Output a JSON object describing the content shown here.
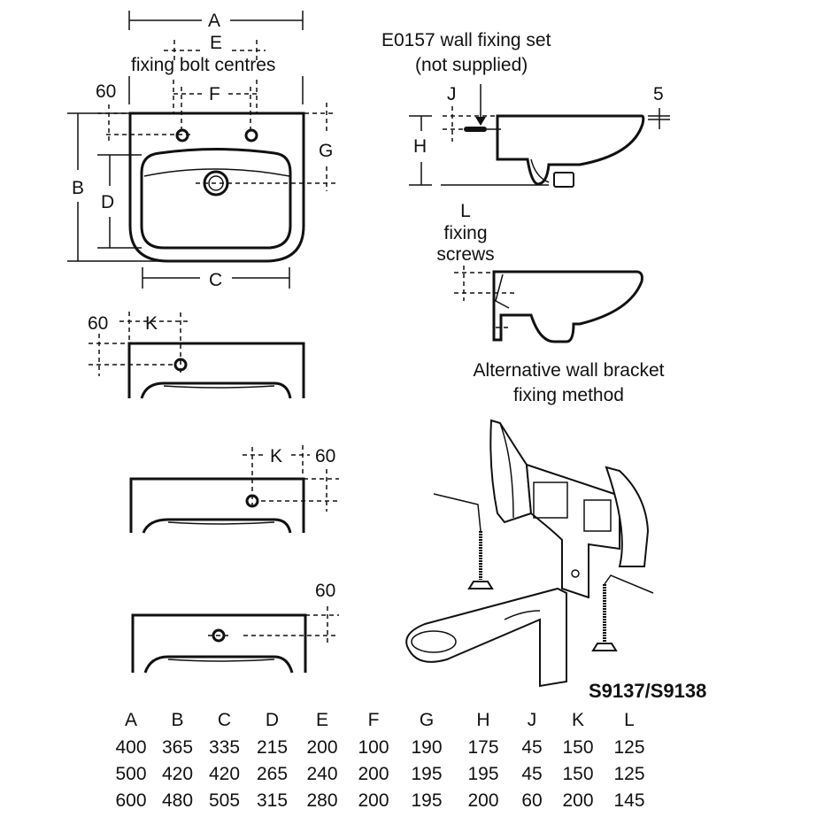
{
  "title_labels": {
    "A": "A",
    "E": "E",
    "fixing_bolt_centres": "fixing bolt centres",
    "F": "F",
    "sixty_top": "60",
    "B": "B",
    "D": "D",
    "G": "G",
    "C": "C"
  },
  "side_view": {
    "wall_fixing_set": "E0157 wall fixing set",
    "not_supplied": "(not supplied)",
    "J": "J",
    "H": "H",
    "five": "5"
  },
  "alt_view": {
    "L": "L",
    "fixing": "fixing",
    "screws": "screws",
    "alt_line1": "Alternative wall bracket",
    "alt_line2": "fixing method"
  },
  "variants": {
    "v1_sixty": "60",
    "v1_K": "K",
    "v2_K": "K",
    "v2_sixty": "60",
    "v3_sixty": "60"
  },
  "bracket": {
    "model": "S9137/S9138"
  },
  "table": {
    "headers": [
      "A",
      "B",
      "C",
      "D",
      "E",
      "F",
      "G",
      "H",
      "J",
      "K",
      "L"
    ],
    "rows": [
      [
        "400",
        "365",
        "335",
        "215",
        "200",
        "100",
        "190",
        "175",
        "45",
        "150",
        "125"
      ],
      [
        "500",
        "420",
        "420",
        "265",
        "240",
        "200",
        "195",
        "195",
        "45",
        "150",
        "125"
      ],
      [
        "600",
        "480",
        "505",
        "315",
        "280",
        "200",
        "195",
        "200",
        "60",
        "200",
        "145"
      ]
    ]
  }
}
